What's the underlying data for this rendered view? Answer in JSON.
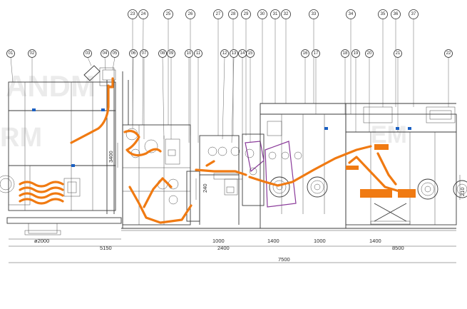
{
  "callouts": [
    "01",
    "02",
    "03",
    "04",
    "05",
    "06",
    "07",
    "08",
    "09",
    "10",
    "11",
    "12",
    "13",
    "14",
    "15",
    "16",
    "17",
    "18",
    "19",
    "20",
    "21",
    "22",
    "23",
    "24",
    "25",
    "26",
    "27",
    "28",
    "29",
    "30",
    "31",
    "32",
    "33",
    "34",
    "35",
    "36",
    "37"
  ],
  "dimensions": {
    "height_3400": "3400",
    "height_2400": "240",
    "height_2100": "210",
    "diameter_2000": "ø2000",
    "d_5150": "5150",
    "d_1000a": "1000",
    "d_2400": "2400",
    "d_1400a": "1400",
    "d_1000b": "1000",
    "d_1400b": "1400",
    "d_8500": "8500",
    "d_7500": "7500"
  },
  "colors": {
    "line": "#3a3a3a",
    "accent": "#f07a12",
    "blue": "#1a5fc2",
    "purple": "#8a3a9a"
  }
}
